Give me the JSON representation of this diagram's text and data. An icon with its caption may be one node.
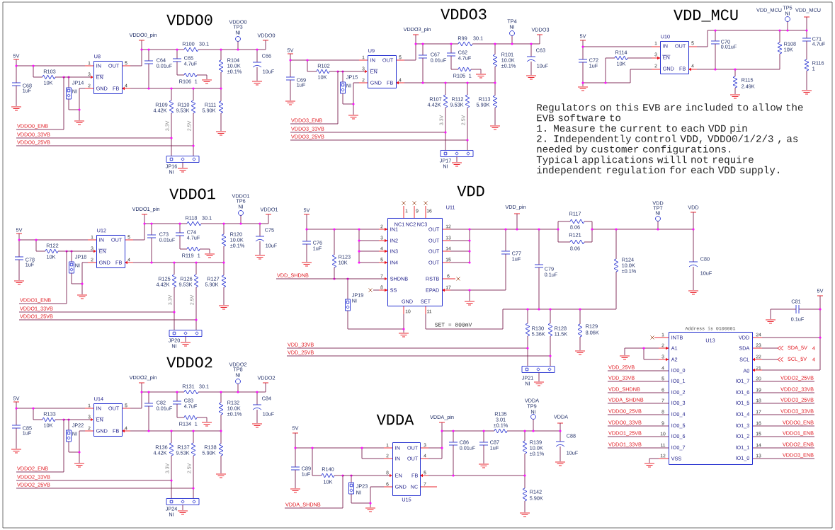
{
  "diagram": {
    "nodes": [
      {
        "text": [
          "U8",
          "IN",
          "OUT",
          "EN",
          "GND",
          "FB"
        ],
        "beside": [
          "1",
          "5",
          "3",
          "2",
          "4"
        ]
      },
      {
        "text": [
          "VDDO0_ENB"
        ]
      },
      {
        "text": [
          "U9",
          "IN",
          "OUT",
          "EN",
          "GND",
          "FB"
        ],
        "beside": [
          "1",
          "5",
          "3",
          "2",
          "4"
        ]
      },
      {
        "text": [
          "VDDO3_ENB"
        ]
      },
      {
        "text": [
          "U10",
          "IN",
          "OUT",
          "EN",
          "GND",
          "FB"
        ],
        "beside": [
          "1",
          "5",
          "3",
          "2",
          "4"
        ]
      },
      {
        "text": [
          "U12",
          "IN",
          "OUT",
          "EN",
          "GND",
          "FB"
        ],
        "beside": [
          "1",
          "5",
          "3",
          "2",
          "4"
        ]
      },
      {
        "text": [
          "VDDO1_ENB"
        ]
      },
      {
        "text": [
          "NC1",
          "NC2",
          "NC3",
          "IN1",
          "IN2",
          "IN3",
          "IN4",
          "SHDNB",
          "SS",
          "GND",
          "OUT",
          "OUT",
          "OUT",
          "OUT",
          "RSTB",
          "EPAD",
          "SET"
        ],
        "beside": [
          "U11",
          "1",
          "9",
          "16",
          "2",
          "3",
          "4",
          "5",
          "7",
          "8",
          "10",
          "12",
          "13",
          "14",
          "15",
          "6",
          "17",
          "11"
        ]
      },
      {
        "text": [
          "VDD_SHDNB"
        ]
      },
      {
        "text": [
          "U14",
          "IN",
          "OUT",
          "EN",
          "GND",
          "FB"
        ],
        "beside": [
          "1",
          "5",
          "3",
          "2",
          "4"
        ]
      },
      {
        "text": [
          "VDDO2_ENB"
        ]
      },
      {
        "text": [
          "IN",
          "IN",
          "EN",
          "GND",
          "OUT",
          "OUT",
          "FB",
          "NC",
          "U15"
        ],
        "beside": [
          "1",
          "2",
          "8",
          "6",
          "3",
          "4",
          "5",
          "7"
        ]
      },
      {
        "text": [
          "VDDA_SHDNB"
        ]
      },
      {
        "text": [
          "Address is 0100001",
          "U13",
          "INTB",
          "A1",
          "A2",
          "IO0_0",
          "IO0_1",
          "IO0_2",
          "IO0_3",
          "IO0_4",
          "IO0_5",
          "IO0_6",
          "IO0_7",
          "VSS",
          "VDD",
          "SDA",
          "SCL",
          "A0",
          "IO1_7",
          "IO1_6",
          "IO1_5",
          "IO1_4",
          "IO1_3",
          "IO1_2",
          "IO1_1",
          "IO1_0"
        ],
        "beside": [
          "1",
          "2",
          "3",
          "4",
          "5",
          "6",
          "7",
          "8",
          "9",
          "10",
          "11",
          "12",
          "24",
          "23",
          "22",
          "21",
          "20",
          "19",
          "18",
          "17",
          "16",
          "15",
          "14",
          "13"
        ]
      },
      {
        "text": [
          "VDD_25VB"
        ]
      },
      {
        "text": [
          "VDD_33VB"
        ]
      },
      {
        "text": [
          "VDD_SHDNB"
        ]
      },
      {
        "text": [
          "VDDA_SHDNB"
        ]
      },
      {
        "text": [
          "VDDO0_25VB"
        ]
      },
      {
        "text": [
          "VDDO0_33VB"
        ]
      },
      {
        "text": [
          "VDDO1_25VB"
        ]
      },
      {
        "text": [
          "VDDO1_33VB"
        ]
      },
      {
        "text": [
          "VDDO2_25VB"
        ]
      },
      {
        "text": [
          "VDDO2_33VB"
        ]
      },
      {
        "text": [
          "VDDO3_25VB"
        ]
      },
      {
        "text": [
          "VDDO3_33VB"
        ]
      },
      {
        "text": [
          "VDDO0_ENB"
        ]
      },
      {
        "text": [
          "VDDO1_ENB"
        ]
      },
      {
        "text": [
          "VDDO2_ENB"
        ]
      },
      {
        "text": [
          "VDDO3_ENB"
        ]
      }
    ],
    "edges": [
      {
        "from": 1,
        "to": 0,
        "arrow": "to"
      },
      {
        "from": 3,
        "to": 2,
        "arrow": "to"
      },
      {
        "from": 6,
        "to": 5,
        "arrow": "to"
      },
      {
        "from": 8,
        "to": 7,
        "arrow": "to"
      },
      {
        "from": 10,
        "to": 9,
        "arrow": "to"
      },
      {
        "from": 12,
        "to": 11,
        "arrow": "to"
      },
      {
        "from": 14,
        "to": 13,
        "arrow": "none"
      },
      {
        "from": 15,
        "to": 13,
        "arrow": "none"
      },
      {
        "from": 16,
        "to": 13,
        "arrow": "none"
      },
      {
        "from": 17,
        "to": 13,
        "arrow": "none"
      },
      {
        "from": 18,
        "to": 13,
        "arrow": "none"
      },
      {
        "from": 19,
        "to": 13,
        "arrow": "none"
      },
      {
        "from": 20,
        "to": 13,
        "arrow": "none"
      },
      {
        "from": 21,
        "to": 13,
        "arrow": "none"
      },
      {
        "from": 22,
        "to": 13,
        "arrow": "none"
      },
      {
        "from": 23,
        "to": 13,
        "arrow": "none"
      },
      {
        "from": 24,
        "to": 13,
        "arrow": "none"
      },
      {
        "from": 25,
        "to": 13,
        "arrow": "none"
      },
      {
        "from": 26,
        "to": 13,
        "arrow": "none"
      },
      {
        "from": 27,
        "to": 13,
        "arrow": "none"
      },
      {
        "from": 28,
        "to": 13,
        "arrow": "none"
      },
      {
        "from": 29,
        "to": 13,
        "arrow": "none"
      }
    ],
    "labels": [
      "VDDO0",
      "VDDO0",
      "TP3",
      "NI",
      "VDDO0_pin",
      "VDDO0",
      "R100",
      "30.1",
      "5V",
      "C64",
      "C65",
      "R104",
      "C66",
      "0.01uF",
      "4.7uF",
      "10.0K",
      "R103",
      "±0.1%",
      "10uF",
      "10K",
      "JP14",
      "R106",
      "1",
      "C68",
      "1uF",
      "NI",
      "R109",
      "R110",
      "R111",
      "4.42K",
      "9.53K",
      "5.90K",
      "3.3V",
      "2.5V",
      "VDDO0_33VB",
      "VDDO0_25VB",
      "JP16",
      "NI",
      "VDDO3",
      "TP4",
      "NI",
      "VDDO3_pin",
      "VDDO3",
      "R99",
      "30.1",
      "5V",
      "C67",
      "C62",
      "R101",
      "C63",
      "0.01uF",
      "4.7uF",
      "10.0K",
      "R102",
      "±0.1%",
      "10uF",
      "10K",
      "JP15",
      "R105",
      "1",
      "C69",
      "1uF",
      "NI",
      "R107",
      "R112",
      "R113",
      "4.42K",
      "9.53K",
      "5.90K",
      "3.3V",
      "2.5V",
      "VDDO3_33VB",
      "VDDO3_25VB",
      "JP17",
      "NI",
      "VDD_MCU",
      "VDD_MCU",
      "TP5",
      "NI",
      "VDD_MCU",
      "5V",
      "C72",
      "1uF",
      "R114",
      "10K",
      "C70",
      "0.01uF",
      "R108",
      "10K",
      "C71",
      "4.7uF",
      "R116",
      "1",
      "R115",
      "2.49K",
      "Regulators on this EVB are included to allow the EVB software to",
      "1. Measure the current to each VDD pin",
      "2. Independently control VDD, VDDO0/1/2/3 , as needed by customer configurations.",
      "Typical applications willl not require independent regulation for each VDD supply.",
      "VDDO1",
      "VDDO1",
      "TP6",
      "NI",
      "VDDO1_pin",
      "VDDO1",
      "R118",
      "30.1",
      "5V",
      "C73",
      "C74",
      "R120",
      "C75",
      "0.01uF",
      "4.7uF",
      "10.0K",
      "R122",
      "±0.1%",
      "10uF",
      "10K",
      "JP18",
      "R119",
      "1",
      "C78",
      "1uF",
      "NI",
      "R125",
      "R126",
      "R127",
      "4.42K",
      "9.53K",
      "5.90K",
      "3.3V",
      "2.5V",
      "VDDO1_33VB",
      "VDDO1_25VB",
      "JP20",
      "NI",
      "VDD",
      "5V",
      "VDD_pin",
      "C76",
      "1uF",
      "R123",
      "10K",
      "JP19",
      "NI",
      "C77",
      "1uF",
      "R117",
      "8.06",
      "R121",
      "8.06",
      "VDD",
      "TP7",
      "NI",
      "VDD",
      "C79",
      "0.1uF",
      "R124",
      "10.0K",
      "±0.1%",
      "C80",
      "10uF",
      "SET = 800mV",
      "R130",
      "5.36K",
      "R128",
      "11.5K",
      "R129",
      "8.06K",
      "VDD_33VB",
      "VDD_25VB",
      "JP21",
      "NI",
      "VDDO2",
      "VDDO2",
      "TP8",
      "NI",
      "VDDO2_pin",
      "VDDO2",
      "R131",
      "30.1",
      "5V",
      "C82",
      "C83",
      "R132",
      "C84",
      "0.01uF",
      "4.7uF",
      "10.0K",
      "R133",
      "±0.1%",
      "10uF",
      "10K",
      "JP22",
      "R134",
      "1",
      "C85",
      "1uF",
      "NI",
      "R136",
      "R137",
      "R138",
      "4.42K",
      "9.53K",
      "5.90K",
      "3.3V",
      "2.5V",
      "VDDO2_33VB",
      "VDDO2_25VB",
      "JP24",
      "NI",
      "VDDA",
      "5V",
      "VDDA_pin",
      "C89",
      "1uF",
      "R140",
      "10K",
      "JP23",
      "NI",
      "C86",
      "0.01uF",
      "C87",
      "1uF",
      "R135",
      "3.01",
      "±0.1%",
      "VDDA",
      "TP9",
      "NI",
      "VDDA",
      "R139",
      "10.0K",
      "±0.1%",
      "C88",
      "10uF",
      "R142",
      "5.90K",
      "5V",
      "C81",
      "0.1uF",
      "SDA_5V",
      "4",
      "SCL_5V",
      "4"
    ]
  }
}
